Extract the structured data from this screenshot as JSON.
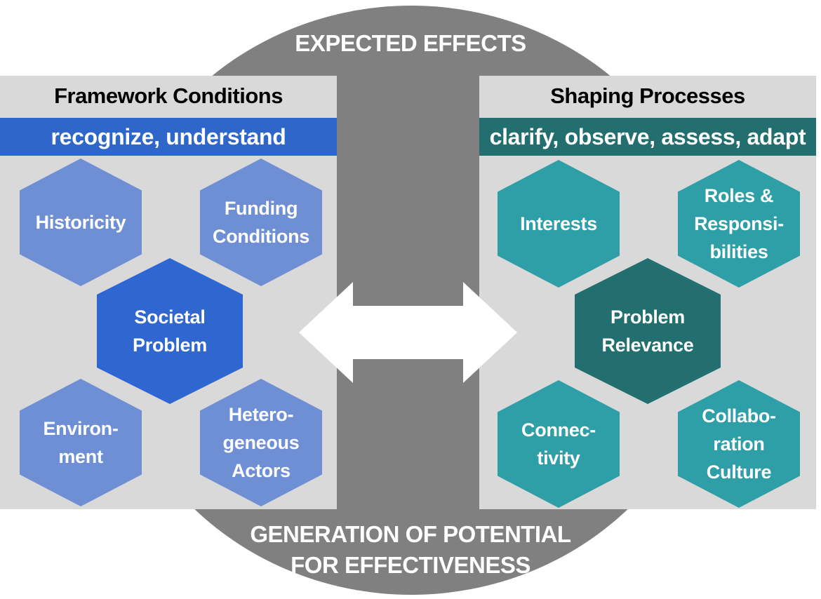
{
  "captions": {
    "top": "EXPECTED EFFECTS",
    "bottom": [
      "GENERATION OF POTENTIAL",
      "FOR EFFECTIVENESS"
    ]
  },
  "left_panel": {
    "title": "Framework Conditions",
    "band": "recognize, understand",
    "hexagons": {
      "historicity": [
        "Historicity"
      ],
      "funding": [
        "Funding",
        "Conditions"
      ],
      "societal": [
        "Societal",
        "Problem"
      ],
      "environment": [
        "Environ-",
        "ment"
      ],
      "heterogeneous": [
        "Hetero-",
        "geneous",
        "Actors"
      ]
    }
  },
  "right_panel": {
    "title": "Shaping Processes",
    "band": "clarify, observe, assess, adapt",
    "hexagons": {
      "interests": [
        "Interests"
      ],
      "roles": [
        "Roles &",
        "Responsi-",
        "bilities"
      ],
      "relevance": [
        "Problem",
        "Relevance"
      ],
      "connectivity": [
        "Connec-",
        "tivity"
      ],
      "collaboration": [
        "Collabo-",
        "ration",
        "Culture"
      ]
    }
  },
  "colors": {
    "background_ellipse": "#808080",
    "panel": "#d9d9d9",
    "band_left": "#2f66c9",
    "band_right": "#236f6f",
    "hex_light_blue": "#6e8fd3",
    "hex_dark_blue": "#2f66cf",
    "hex_light_teal": "#2e9ea7",
    "hex_dark_teal": "#236f70",
    "arrow": "#ffffff"
  },
  "icons": {
    "arrow": "double-headed-arrow-icon"
  }
}
